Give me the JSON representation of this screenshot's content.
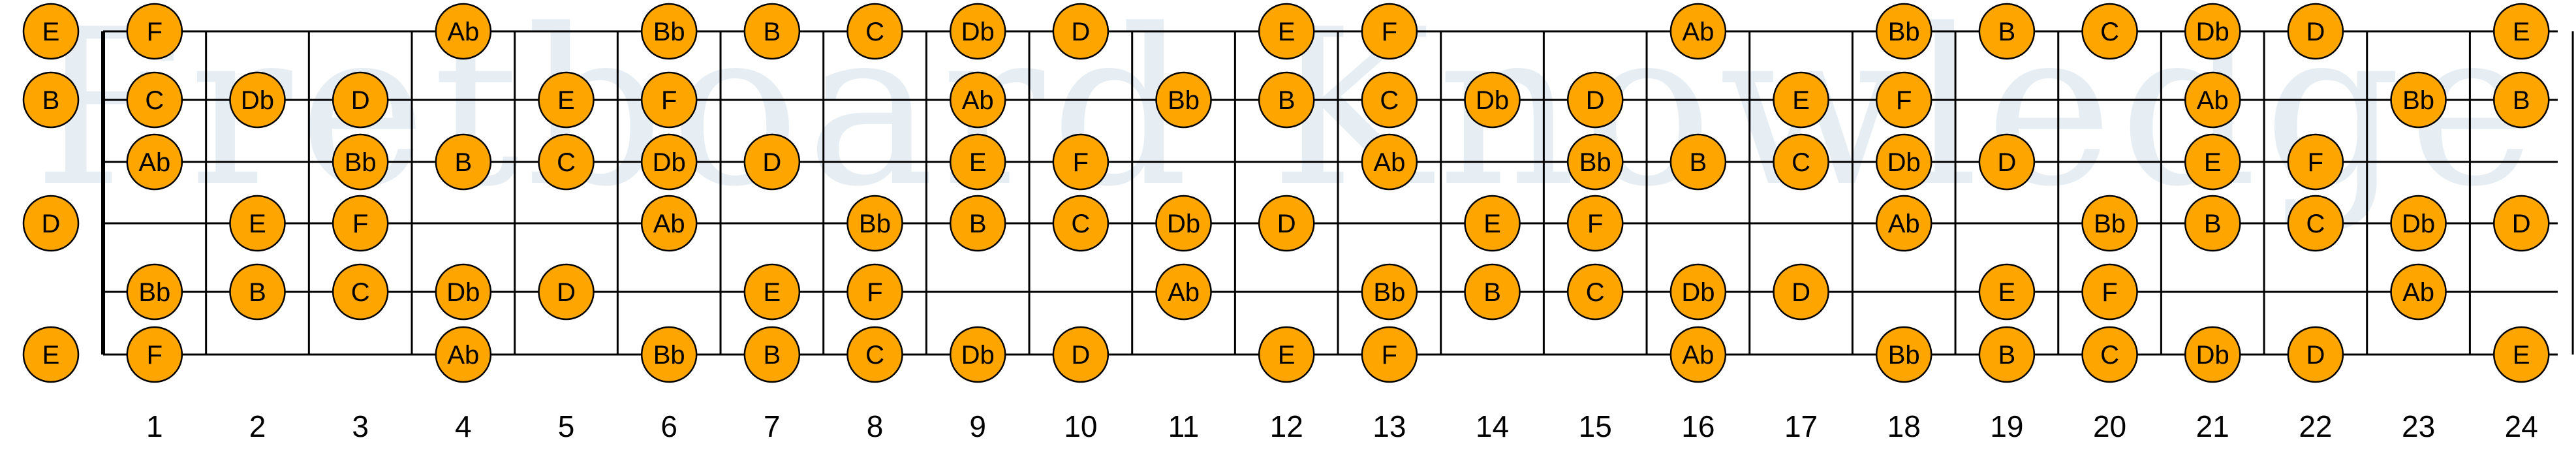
{
  "watermark": "Fretboard Knowledge",
  "fret_numbers": [
    "1",
    "2",
    "3",
    "4",
    "5",
    "6",
    "7",
    "8",
    "9",
    "10",
    "11",
    "12",
    "13",
    "14",
    "15",
    "16",
    "17",
    "18",
    "19",
    "20",
    "21",
    "22",
    "23",
    "24"
  ],
  "strings": [
    {
      "open": "E",
      "notes": [
        "F",
        "",
        "",
        "Ab",
        "",
        "Bb",
        "B",
        "C",
        "Db",
        "D",
        "",
        "E",
        "F",
        "",
        "",
        "Ab",
        "",
        "Bb",
        "B",
        "C",
        "Db",
        "D",
        "",
        "E"
      ]
    },
    {
      "open": "B",
      "notes": [
        "C",
        "Db",
        "D",
        "",
        "E",
        "F",
        "",
        "",
        "Ab",
        "",
        "Bb",
        "B",
        "C",
        "Db",
        "D",
        "",
        "E",
        "F",
        "",
        "",
        "Ab",
        "",
        "Bb",
        "B"
      ]
    },
    {
      "open": "",
      "notes": [
        "Ab",
        "",
        "Bb",
        "B",
        "C",
        "Db",
        "D",
        "",
        "E",
        "F",
        "",
        "",
        "Ab",
        "",
        "Bb",
        "B",
        "C",
        "Db",
        "D",
        "",
        "E",
        "F",
        "",
        ""
      ]
    },
    {
      "open": "D",
      "notes": [
        "",
        "E",
        "F",
        "",
        "",
        "Ab",
        "",
        "Bb",
        "B",
        "C",
        "Db",
        "D",
        "",
        "E",
        "F",
        "",
        "",
        "Ab",
        "",
        "Bb",
        "B",
        "C",
        "Db",
        "D"
      ]
    },
    {
      "open": "",
      "notes": [
        "Bb",
        "B",
        "C",
        "Db",
        "D",
        "",
        "E",
        "F",
        "",
        "",
        "Ab",
        "",
        "Bb",
        "B",
        "C",
        "Db",
        "D",
        "",
        "E",
        "F",
        "",
        "",
        "Ab",
        ""
      ]
    },
    {
      "open": "E",
      "notes": [
        "F",
        "",
        "",
        "Ab",
        "",
        "Bb",
        "B",
        "C",
        "Db",
        "D",
        "",
        "E",
        "F",
        "",
        "",
        "Ab",
        "",
        "Bb",
        "B",
        "C",
        "Db",
        "D",
        "",
        "E"
      ]
    }
  ],
  "colors": {
    "note_fill": "#ffa500",
    "line": "#000000",
    "watermark": "#e6eef4"
  }
}
